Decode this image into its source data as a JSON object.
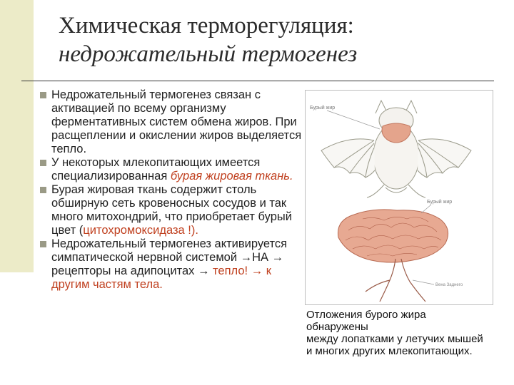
{
  "slide": {
    "title_line1": "Химическая терморегуляция:",
    "title_line2": "недрожательный термогенез"
  },
  "bullets": [
    {
      "parts": [
        {
          "text": "Недрожательный термогенез связан с активацией по всему организму ферментативных систем обмена жиров. При расщеплении и окислении жиров выделяется тепло.",
          "style": "normal"
        }
      ]
    },
    {
      "parts": [
        {
          "text": "У некоторых млекопитающих имеется специализированная ",
          "style": "normal"
        },
        {
          "text": "бурая жировая ткань.",
          "style": "highlight-italic"
        }
      ]
    },
    {
      "parts": [
        {
          "text": "Бурая жировая ткань содержит столь обширную сеть кровеносных сосудов и так много митохондрий, что приобретает бурый цвет (",
          "style": "normal"
        },
        {
          "text": "цитохромоксидаза !).",
          "style": "highlight"
        }
      ]
    },
    {
      "parts": [
        {
          "text": "Недрожательный термогенез активируется симпатической нервной системой →НА → рецепторы на адипоцитах → ",
          "style": "normal"
        },
        {
          "text": "тепло! → к другим частям тела.",
          "style": "highlight"
        }
      ]
    }
  ],
  "figure": {
    "label_top": "Бурый жир",
    "label_mid": "Бурый жир",
    "label_bottom": "Вена Заднего"
  },
  "caption": {
    "line1": "Отложения бурого жира",
    "line2": "обнаружены",
    "line3": "между лопатками у летучих мышей",
    "line4": "и многих других млекопитающих."
  },
  "colors": {
    "accent": "#c0401f",
    "left_band": "#ecebc8",
    "fat": "#e0a08a"
  }
}
